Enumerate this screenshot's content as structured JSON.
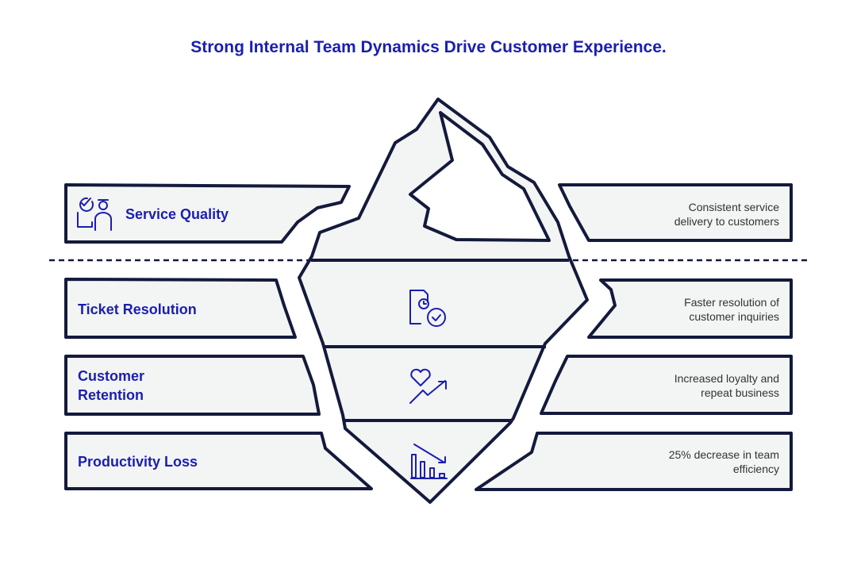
{
  "title": "Strong Internal Team Dynamics Drive Customer Experience.",
  "colors": {
    "accent": "#1a1fb0",
    "outline": "#141a3c",
    "fill": "#f3f4f4"
  },
  "rows": [
    {
      "label": "Service Quality",
      "description": "Consistent service delivery to customers",
      "icon": "service-agent-check-icon"
    },
    {
      "label": "Ticket Resolution",
      "description": "Faster resolution of customer inquiries",
      "icon": "document-clock-check-icon"
    },
    {
      "label": "Customer Retention",
      "description": "Increased loyalty and repeat business",
      "icon": "heart-trend-up-icon"
    },
    {
      "label": "Productivity Loss",
      "description": "25% decrease in team efficiency",
      "icon": "bar-chart-decline-icon"
    }
  ]
}
